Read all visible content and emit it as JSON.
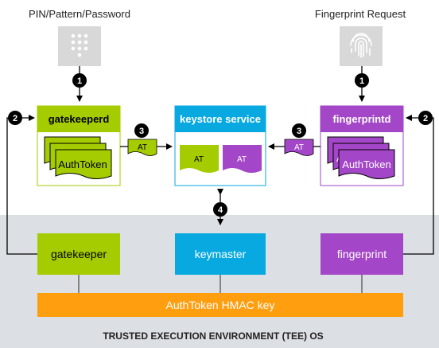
{
  "labels": {
    "pin_title": "PIN/Pattern/Password",
    "fp_title": "Fingerprint Request",
    "gatekeeperd": "gatekeeperd",
    "keystore_service": "keystore service",
    "fingerprintd": "fingerprintd",
    "authtoken": "AuthToken",
    "authtoken_hmac_key": "AuthToken HMAC key",
    "gatekeeper": "gatekeeper",
    "keymaster": "keymaster",
    "fingerprint": "fingerprint",
    "tee_os": "TRUSTED EXECUTION ENVIRONMENT (TEE) OS",
    "at": "AT",
    "partial_a": "A"
  },
  "steps": {
    "one": "1",
    "two": "2",
    "three": "3",
    "four": "4"
  },
  "colors": {
    "green": "#a4cc00",
    "blue": "#07a9e0",
    "purple": "#a346c7",
    "orange": "#ff9e0f",
    "tee_bg": "#dcdfe3",
    "icon_bg": "#d8d8d8"
  },
  "icons": [
    "keypad-icon",
    "fingerprint-icon"
  ]
}
